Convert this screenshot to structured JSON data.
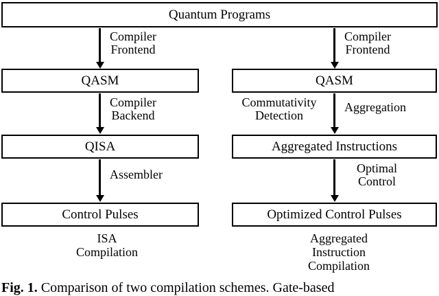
{
  "figure": {
    "top_node": {
      "label": "Quantum Programs"
    },
    "left_column": {
      "scheme_name": "ISA Compilation",
      "scheme_caption_lines": [
        "ISA",
        "Compilation"
      ],
      "nodes": [
        {
          "label": "QASM"
        },
        {
          "label": "QISA"
        },
        {
          "label": "Control Pulses"
        }
      ],
      "edges": [
        {
          "lines": [
            "Compiler",
            "Frontend"
          ]
        },
        {
          "lines": [
            "Compiler",
            "Backend"
          ]
        },
        {
          "lines": [
            "Assembler"
          ]
        }
      ]
    },
    "right_column": {
      "scheme_name": "Aggregated Instruction Compilation",
      "scheme_caption_lines": [
        "Aggregated",
        "Instruction",
        "Compilation"
      ],
      "nodes": [
        {
          "label": "QASM"
        },
        {
          "label": "Aggregated Instructions"
        },
        {
          "label": "Optimized Control Pulses"
        }
      ],
      "edges": [
        {
          "lines": [
            "Compiler",
            "Frontend"
          ]
        },
        {
          "lines": [
            "Commutativity",
            "Detection"
          ],
          "side_label_lines": [
            "Aggregation"
          ]
        },
        {
          "lines": [
            "Optimal",
            "Control"
          ]
        }
      ]
    },
    "caption": {
      "prefix": "Fig. 1.",
      "text": "Comparison of two compilation schemes. Gate-based"
    },
    "colors": {
      "stroke": "#000000",
      "background": "#ffffff",
      "text": "#000000"
    }
  }
}
